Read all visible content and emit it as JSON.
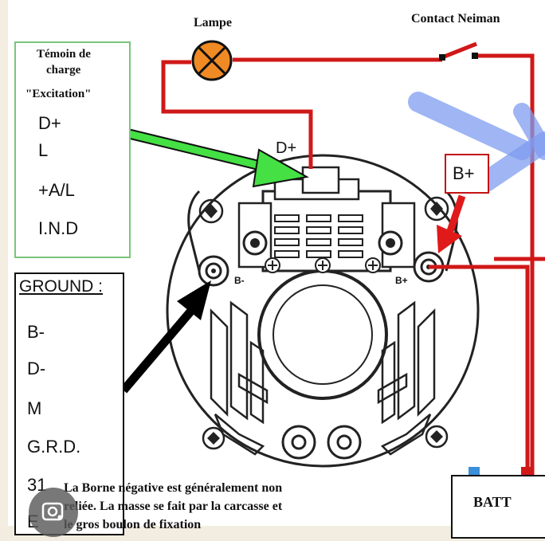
{
  "labels": {
    "lampe": "Lampe",
    "contact_neiman": "Contact Neiman",
    "d_plus_connector": "D+",
    "b_minus_terminal": "B-",
    "b_plus_terminal": "B+",
    "b_plus_box": "B+",
    "batt": "BATT"
  },
  "charge_box": {
    "title_line1": "Témoin de",
    "title_line2": "charge",
    "subtitle": "\"Excitation\"",
    "items": [
      "D+",
      "L",
      "+A/L",
      "I.N.D"
    ]
  },
  "ground_box": {
    "title": "GROUND :",
    "items": [
      "B-",
      "D-",
      "M",
      "G.R.D.",
      "31",
      "E"
    ]
  },
  "note": {
    "line1": "La Borne négative est généralement non",
    "line2": "reliée. La masse se fait par la carcasse et",
    "line3": "le gros boulon de fixation"
  },
  "colors": {
    "wire_red": "#d01818",
    "arrow_green": "#44e044",
    "arrow_black": "#000000",
    "arrow_red": "#e01a1a",
    "lamp_orange": "#f08a24",
    "scribble_blue": "#7f9cf0",
    "charge_box_border": "#7bc47b"
  },
  "icons": {
    "lamp": "lamp-icon",
    "switch": "switch-icon",
    "lens": "lens-icon"
  }
}
